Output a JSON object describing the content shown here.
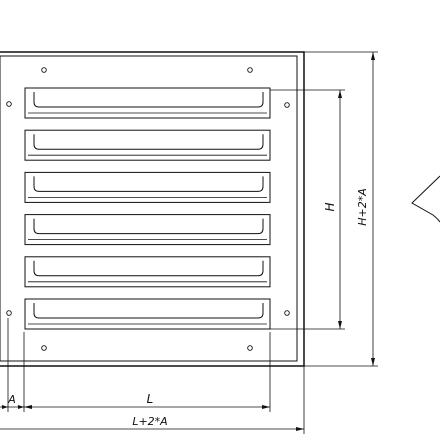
{
  "drawing": {
    "louver_count": 6,
    "dimensions": {
      "width_label": "L",
      "overall_width_label": "L+2*A",
      "height_label": "H",
      "overall_height_label": "H+2*A",
      "flange_label": "A"
    }
  }
}
